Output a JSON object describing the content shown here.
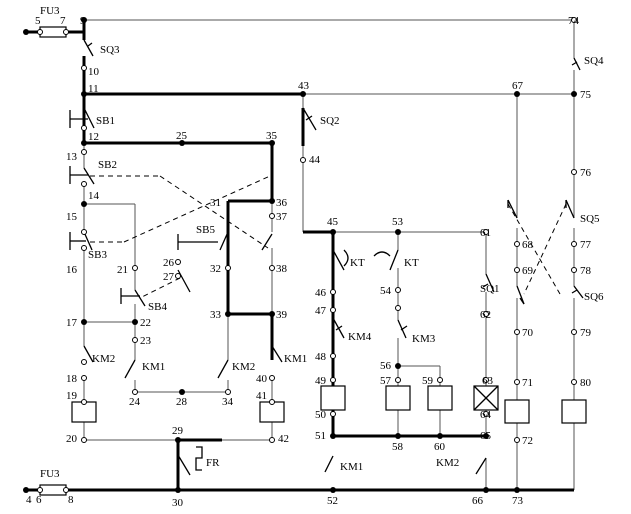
{
  "fuses": {
    "top": "FU3",
    "bottom": "FU3"
  },
  "nodes": [
    "5",
    "7",
    "9",
    "74",
    "10",
    "11",
    "43",
    "67",
    "75",
    "12",
    "25",
    "35",
    "13",
    "44",
    "76",
    "14",
    "31",
    "36",
    "37",
    "45",
    "53",
    "61",
    "15",
    "68",
    "77",
    "16",
    "21",
    "26",
    "27",
    "32",
    "38",
    "69",
    "78",
    "46",
    "54",
    "17",
    "22",
    "23",
    "33",
    "39",
    "47",
    "62",
    "70",
    "79",
    "48",
    "56",
    "18",
    "40",
    "49",
    "57",
    "59",
    "63",
    "71",
    "80",
    "19",
    "24",
    "28",
    "34",
    "41",
    "50",
    "64",
    "20",
    "29",
    "42",
    "51",
    "58",
    "60",
    "65",
    "72",
    "4",
    "6",
    "8",
    "30",
    "52",
    "66",
    "73"
  ],
  "switches": {
    "sq3": "SQ3",
    "sq4": "SQ4",
    "sb1": "SB1",
    "sq2": "SQ2",
    "sb2": "SB2",
    "sq5": "SQ5",
    "sb3": "SB3",
    "sb5": "SB5",
    "kt_left": "KT",
    "kt_right": "KT",
    "sq1": "SQ1",
    "sq6": "SQ6",
    "sb4": "SB4",
    "km4": "KM4",
    "km3": "KM3",
    "km2_a": "KM2",
    "km1_a": "KM1",
    "km2_b": "KM2",
    "km1_b": "KM1",
    "fr": "FR",
    "km1_c": "KM1",
    "km2_c": "KM2"
  }
}
